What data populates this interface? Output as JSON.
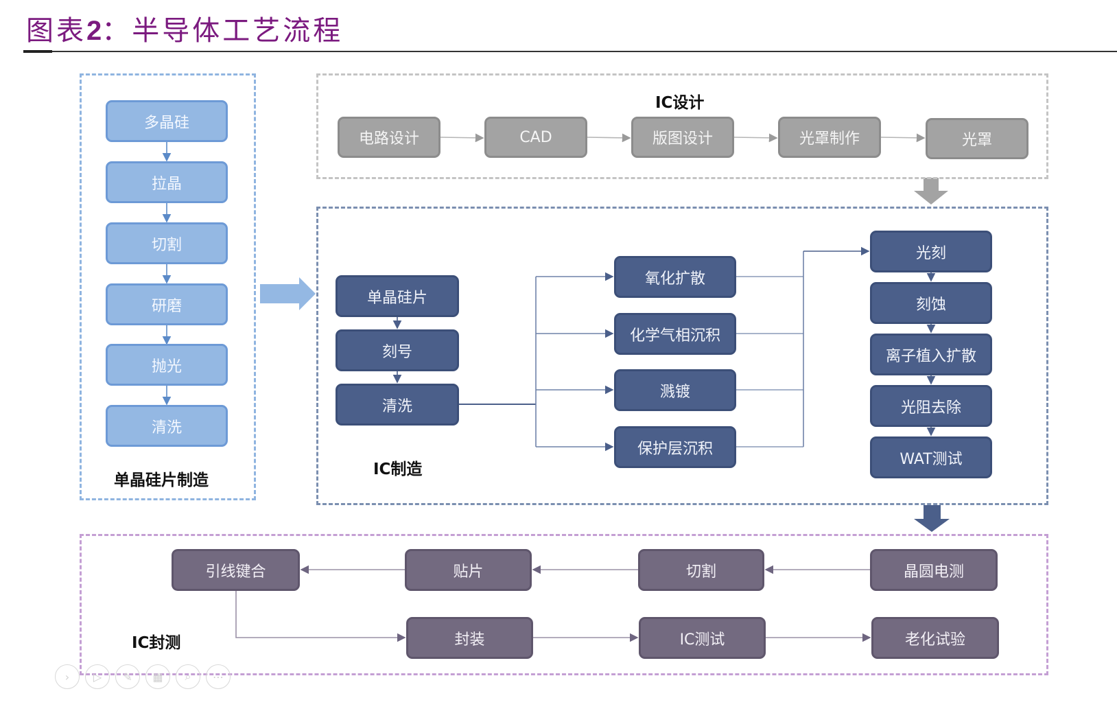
{
  "header": {
    "prefix": "图表",
    "number": "2",
    "colon": "：",
    "title": "半导体工艺流程",
    "title_color": "#7b1a7f"
  },
  "groups": {
    "wafer": {
      "label": "单晶硅片制造",
      "steps": [
        "多晶硅",
        "拉晶",
        "切割",
        "研磨",
        "抛光",
        "清洗"
      ]
    },
    "design": {
      "label": "IC设计",
      "steps": [
        "电路设计",
        "CAD",
        "版图设计",
        "光罩制作",
        "光罩"
      ]
    },
    "fab": {
      "label": "IC制造",
      "prep_steps": [
        "单晶硅片",
        "刻号",
        "清洗"
      ],
      "parallel_steps": [
        "氧化扩散",
        "化学气相沉积",
        "溅镀",
        "保护层沉积"
      ],
      "litho_steps": [
        "光刻",
        "刻蚀",
        "离子植入扩散",
        "光阻去除",
        "WAT测试"
      ]
    },
    "packaging": {
      "label": "IC封测",
      "top_row": [
        "引线键合",
        "贴片",
        "切割",
        "晶圆电测"
      ],
      "bottom_row": [
        "封装",
        "IC测试",
        "老化试验"
      ]
    }
  },
  "colors": {
    "wafer": "#94b8e3",
    "design": "#a3a3a3",
    "fab": "#4b5f8a",
    "packaging": "#736a80"
  },
  "overlay_icons": [
    "chevron-right-icon",
    "play-icon",
    "pen-icon",
    "grid-icon",
    "zoom-icon",
    "more-icon"
  ]
}
